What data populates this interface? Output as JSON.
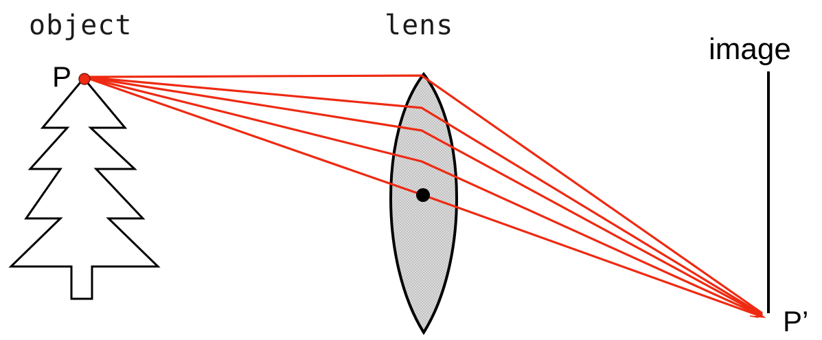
{
  "labels": {
    "object": "object",
    "lens": "lens",
    "image": "image",
    "point": "P",
    "image_point": "P’"
  },
  "colors": {
    "ray": "#ee2a12",
    "lens_fill": "#d4d4d4",
    "outline": "#000000",
    "background": "#ffffff"
  },
  "icons": {
    "object": "tree-icon",
    "lens": "convex-lens",
    "image_plane": "image-plane-line"
  },
  "rays_count": 5
}
